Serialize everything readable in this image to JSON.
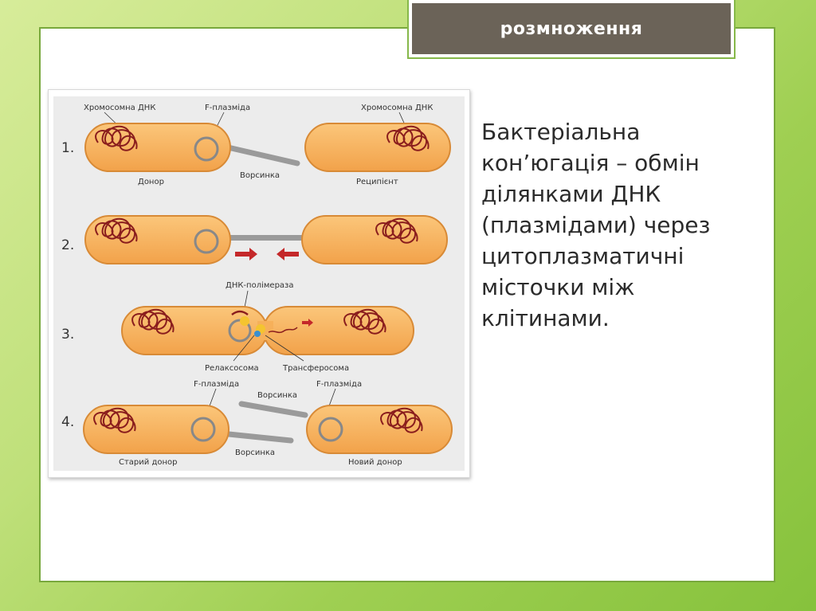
{
  "title": "розмноження",
  "body_text": "Бактеріальна кон’югація – обмін ділянками ДНК (плазмідами) через цитоплазматичні місточки між клітинами.",
  "figure": {
    "steps": [
      "1.",
      "2.",
      "3.",
      "4."
    ],
    "labels": {
      "chrom_dna_left": "Хромосомна ДНК",
      "f_plasmid_1": "F-плазміда",
      "chrom_dna_right": "Хромосомна ДНК",
      "donor": "Донор",
      "pilus_1": "Ворсинка",
      "recipient": "Реципієнт",
      "dna_polymerase": "ДНК-полімераза",
      "relaxosome": "Релаксосома",
      "transferosome": "Трансферосома",
      "f_plasmid_4a": "F-плазміда",
      "pilus_4a": "Ворсинка",
      "f_plasmid_4b": "F-плазміда",
      "old_donor": "Старий донор",
      "pilus_4b": "Ворсинка",
      "new_donor": "Новий донор"
    },
    "colors": {
      "cell_fill": "#f6b05a",
      "cell_stroke": "#d88a36",
      "dna": "#8a1d1d",
      "plasmid": "#888888",
      "pilus": "#9a9a9a",
      "arrow": "#c4282a",
      "panel_bg": "#ececec"
    }
  }
}
